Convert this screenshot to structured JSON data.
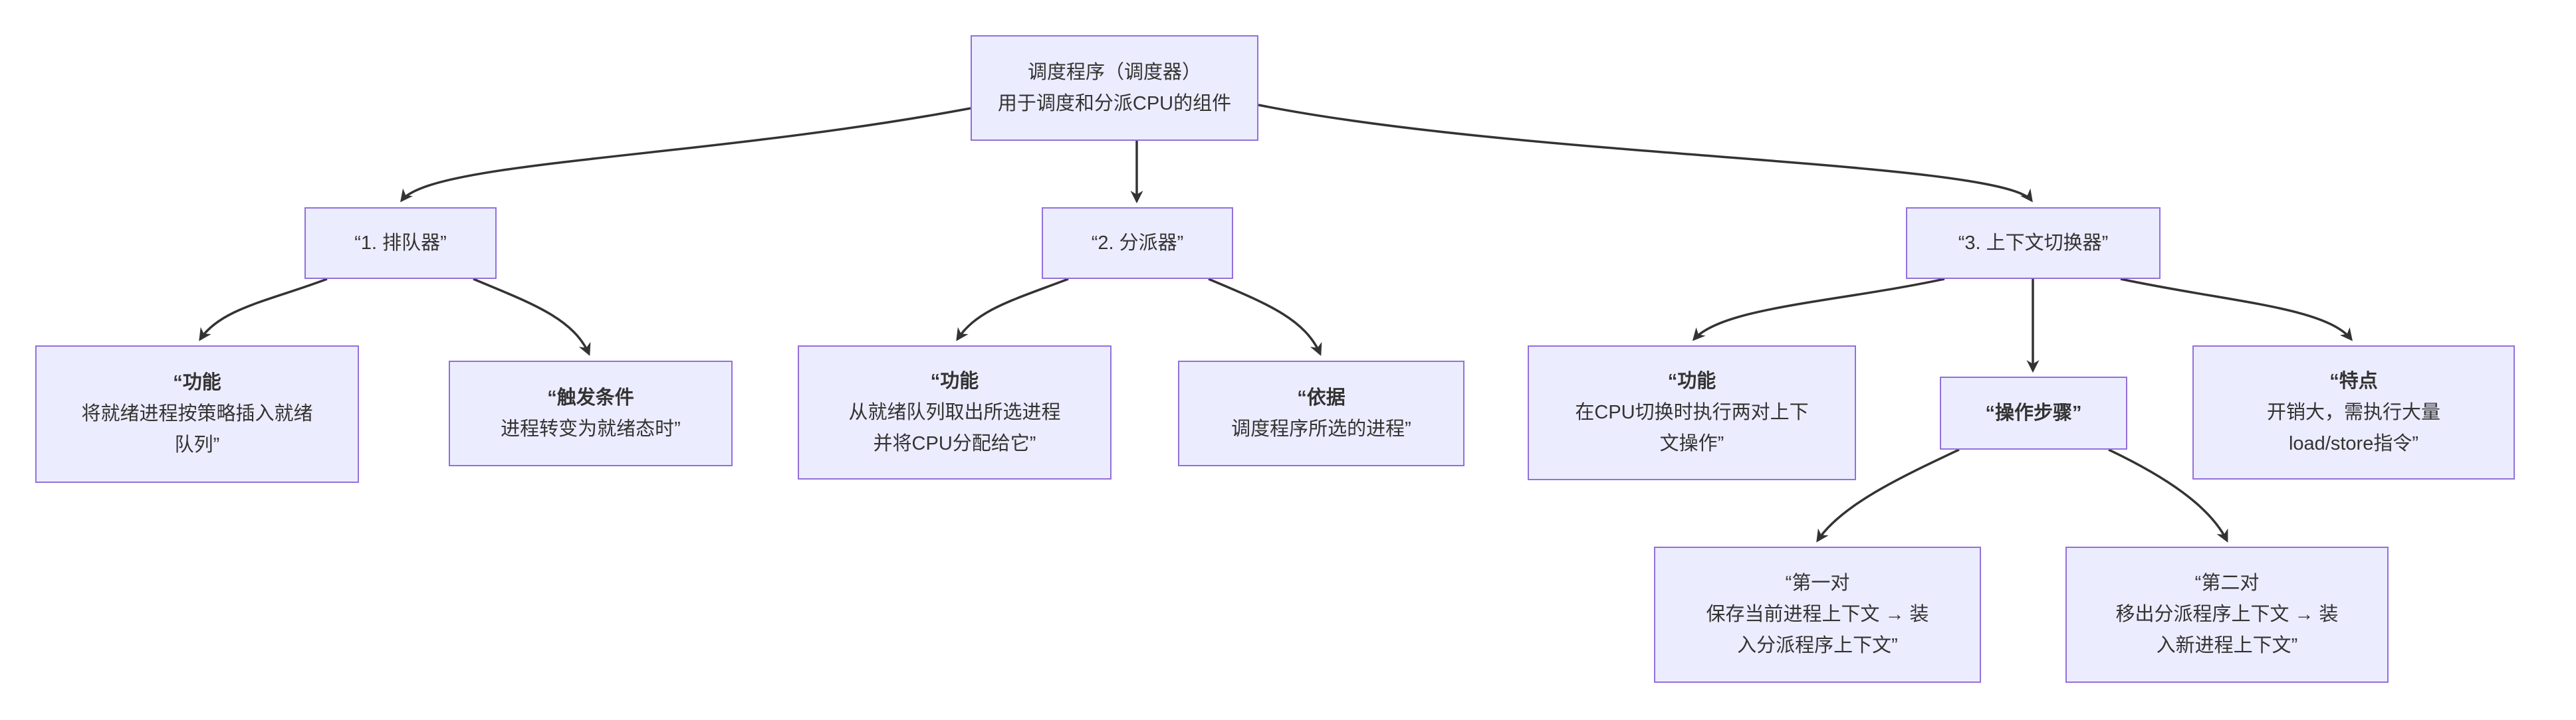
{
  "diagram": {
    "background": "#ffffff",
    "node_fill": "#ECECFF",
    "node_border": "#9370DB",
    "edge_color": "#333333",
    "text_color": "#333333"
  },
  "nodes": {
    "root": {
      "line1": "调度程序（调度器）",
      "line2": "用于调度和分派CPU的组件"
    },
    "queuer": {
      "line1": "“1. 排队器”"
    },
    "dispatcher": {
      "line1": "“2. 分派器”"
    },
    "switcher": {
      "line1": "“3. 上下文切换器”"
    },
    "queuer_func": {
      "line1": "“功能",
      "line2": "将就绪进程按策略插入就绪",
      "line3": "队列”"
    },
    "queuer_trigger": {
      "line1": "“触发条件",
      "line2": "进程转变为就绪态时”"
    },
    "dispatcher_func": {
      "line1": "“功能",
      "line2": "从就绪队列取出所选进程",
      "line3": "并将CPU分配给它”"
    },
    "dispatcher_basis": {
      "line1": "“依据",
      "line2": "调度程序所选的进程”"
    },
    "switcher_func": {
      "line1": "“功能",
      "line2": "在CPU切换时执行两对上下",
      "line3": "文操作”"
    },
    "switcher_steps": {
      "line1": "“操作步骤”"
    },
    "switcher_trait": {
      "line1": "“特点",
      "line2": "开销大，需执行大量",
      "line3": "load/store指令”"
    },
    "pair1": {
      "line1": "“第一对",
      "line2": "保存当前进程上下文 → 装",
      "line3": "入分派程序上下文”"
    },
    "pair2": {
      "line1": "“第二对",
      "line2": "移出分派程序上下文 → 装",
      "line3": "入新进程上下文”"
    }
  }
}
